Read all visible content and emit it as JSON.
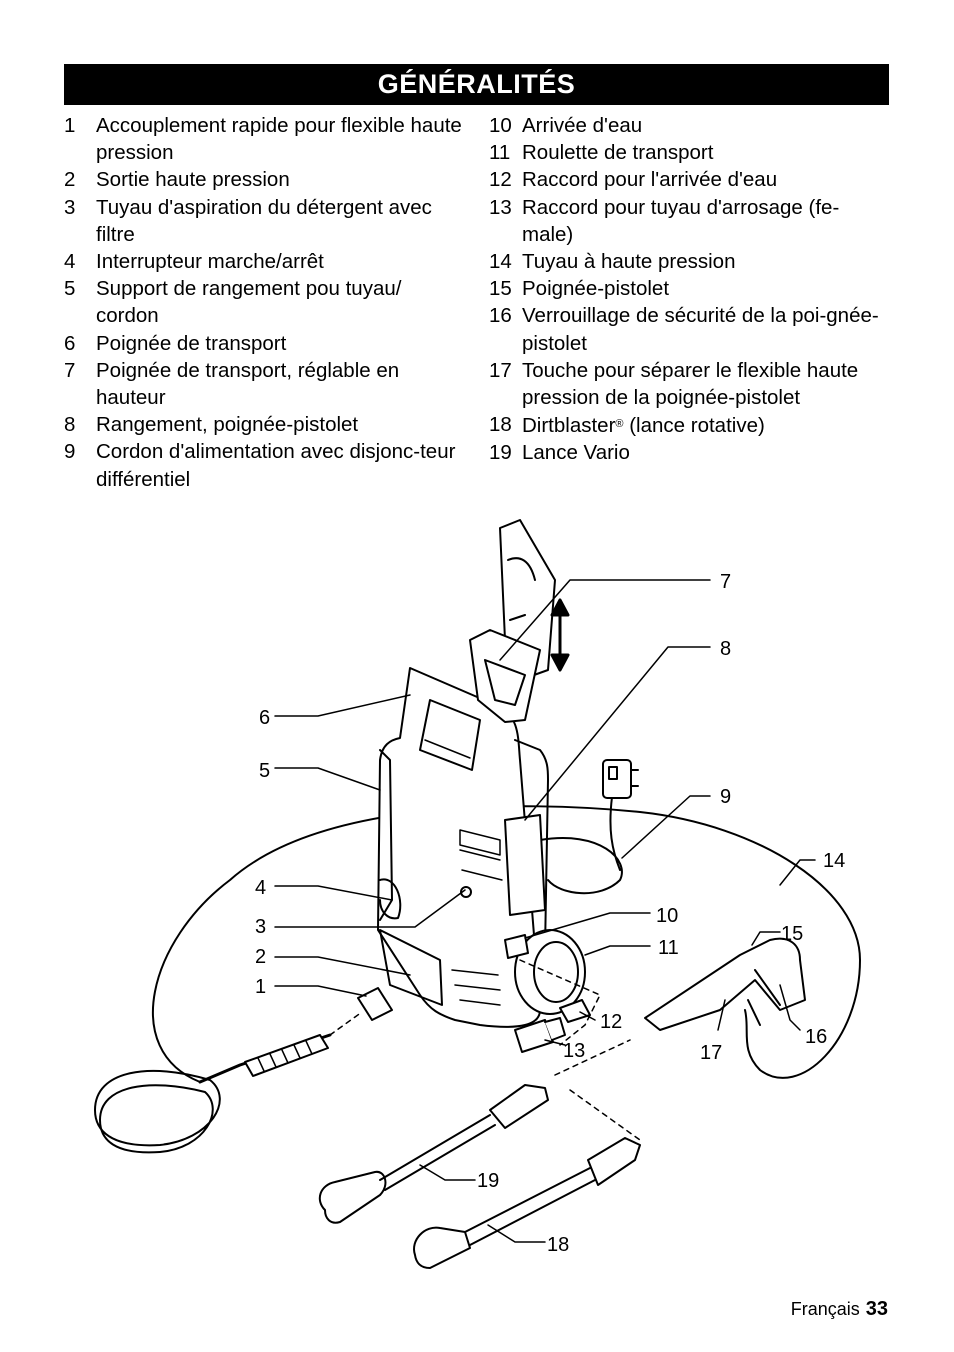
{
  "title": "GÉNÉRALITÉS",
  "parts_left": [
    {
      "n": "1",
      "text": "Accouplement rapide pour flexible haute pression"
    },
    {
      "n": "2",
      "text": "Sortie haute pression"
    },
    {
      "n": "3",
      "text": "Tuyau d'aspiration du détergent avec filtre"
    },
    {
      "n": "4",
      "text": "Interrupteur marche/arrêt"
    },
    {
      "n": "5",
      "text": "Support de rangement pou tuyau/ cordon"
    },
    {
      "n": "6",
      "text": "Poignée de transport"
    },
    {
      "n": "7",
      "text": "Poignée de transport, réglable en hauteur"
    },
    {
      "n": "8",
      "text": "Rangement, poignée-pistolet"
    },
    {
      "n": "9",
      "text": "Cordon d'alimentation avec disjonc-teur différentiel"
    }
  ],
  "parts_right": [
    {
      "n": "10",
      "text": "Arrivée d'eau"
    },
    {
      "n": "11",
      "text": "Roulette de transport"
    },
    {
      "n": "12",
      "text": "Raccord pour l'arrivée d'eau"
    },
    {
      "n": "13",
      "text": "Raccord pour tuyau d'arrosage (fe-male)"
    },
    {
      "n": "14",
      "text": "Tuyau à haute pression"
    },
    {
      "n": "15",
      "text": "Poignée-pistolet"
    },
    {
      "n": "16",
      "text": "Verrouillage de sécurité de la poi-gnée-pistolet"
    },
    {
      "n": "17",
      "text": "Touche pour séparer le flexible haute pression de la poignée-pistolet"
    },
    {
      "n": "18",
      "text": "Dirtblaster",
      "reg": "®",
      "suffix": " (lance rotative)"
    },
    {
      "n": "19",
      "text": "Lance Vario"
    }
  ],
  "callouts": [
    "1",
    "2",
    "3",
    "4",
    "5",
    "6",
    "7",
    "8",
    "9",
    "10",
    "11",
    "12",
    "13",
    "14",
    "15",
    "16",
    "17",
    "18",
    "19"
  ],
  "footer": {
    "language": "Français",
    "page": "33"
  }
}
